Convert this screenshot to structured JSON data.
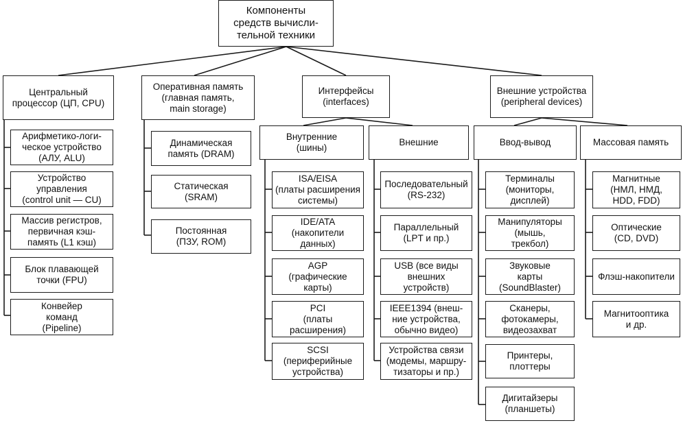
{
  "root": "Компоненты\nсредств вычисли-\nтельной техники",
  "cpu": {
    "title": "Центральный\nпроцессор (ЦП, CPU)",
    "items": [
      "Арифметико-логи-\nческое устройство\n(АЛУ, ALU)",
      "Устройство\nуправления\n(control unit — CU)",
      "Массив регистров,\nпервичная кэш-\nпамять (L1 кэш)",
      "Блок плавающей\nточки (FPU)",
      "Конвейер\nкоманд\n(Pipeline)"
    ]
  },
  "ram": {
    "title": "Оперативная память\n(главная память,\nmain storage)",
    "items": [
      "Динамическая\nпамять (DRAM)",
      "Статическая\n(SRAM)",
      "Постоянная\n(ПЗУ, ROM)"
    ]
  },
  "interfaces": {
    "title": "Интерфейсы\n(interfaces)",
    "internal": {
      "title": "Внутренние\n(шины)",
      "items": [
        "ISA/EISA\n(платы расширения\nсистемы)",
        "IDE/ATA\n(накопители\nданных)",
        "AGP\n(графические\nкарты)",
        "PCI\n(платы\nрасширения)",
        "SCSI\n(периферийные\nустройства)"
      ]
    },
    "external": {
      "title": "Внешние",
      "items": [
        "Последовательный\n(RS-232)",
        "Параллельный\n(LPT и пр.)",
        "USB (все виды\nвнешних\nустройств)",
        "IEEE1394 (внеш-\nние устройства,\nобычно видео)",
        "Устройства связи\n(модемы, маршру-\nтизаторы и пр.)"
      ]
    }
  },
  "peripheral": {
    "title": "Внешние устройства\n(peripheral devices)",
    "io": {
      "title": "Ввод-вывод",
      "items": [
        "Терминалы\n(мониторы,\nдисплей)",
        "Манипуляторы\n(мышь,\nтрекбол)",
        "Звуковые\nкарты\n(SoundBlaster)",
        "Сканеры,\nфотокамеры,\nвидеозахват",
        "Принтеры,\nплоттеры",
        "Дигитайзеры\n(планшеты)"
      ]
    },
    "mass": {
      "title": "Массовая память",
      "items": [
        "Магнитные\n(НМЛ, НМД,\nHDD, FDD)",
        "Оптические\n(CD, DVD)",
        "Флэш-накопители",
        "Магнитооптика\nи др."
      ]
    }
  }
}
